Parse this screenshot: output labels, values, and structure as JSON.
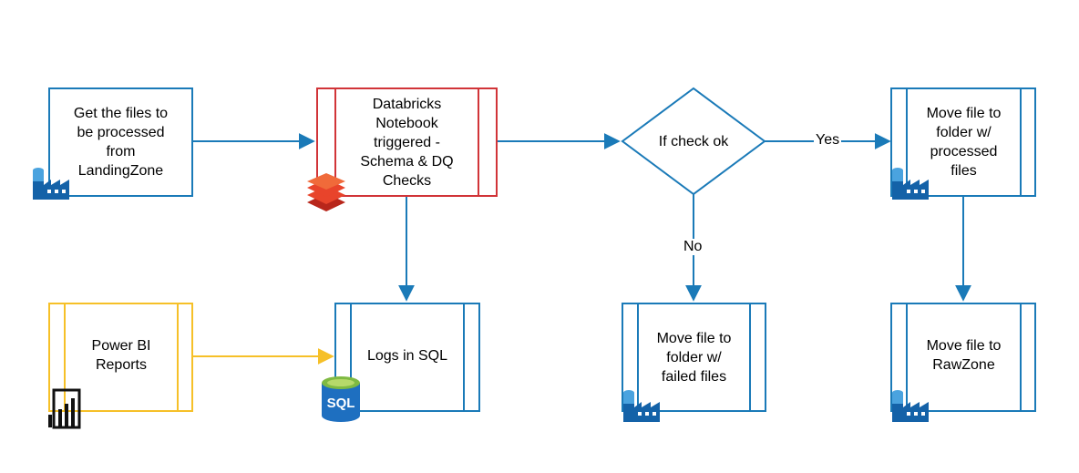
{
  "colors": {
    "blue": "#1a7ab8",
    "red": "#d13438",
    "yellow": "#f6c028",
    "databricks": "#e8442b",
    "sql": "#1e6fc0",
    "powerbi": "#111111"
  },
  "nodes": {
    "get_files": {
      "label": "Get the files to\nbe processed\nfrom\nLandingZone",
      "icon": "data-factory-icon"
    },
    "notebook": {
      "label": "Databricks\nNotebook\ntriggered -\nSchema & DQ\nChecks",
      "icon": "databricks-icon"
    },
    "check": {
      "label": "If check ok"
    },
    "move_processed": {
      "label": "Move file to\nfolder w/\nprocessed\nfiles",
      "icon": "data-factory-icon"
    },
    "move_rawzone": {
      "label": "Move file to\nRawZone",
      "icon": "data-factory-icon"
    },
    "move_failed": {
      "label": "Move file to\nfolder w/\nfailed files",
      "icon": "data-factory-icon"
    },
    "logs_sql": {
      "label": "Logs in SQL",
      "icon": "sql-database-icon",
      "icon_text": "SQL"
    },
    "power_bi": {
      "label": "Power BI\nReports",
      "icon": "power-bi-icon"
    }
  },
  "edges": {
    "yes": "Yes",
    "no": "No"
  }
}
